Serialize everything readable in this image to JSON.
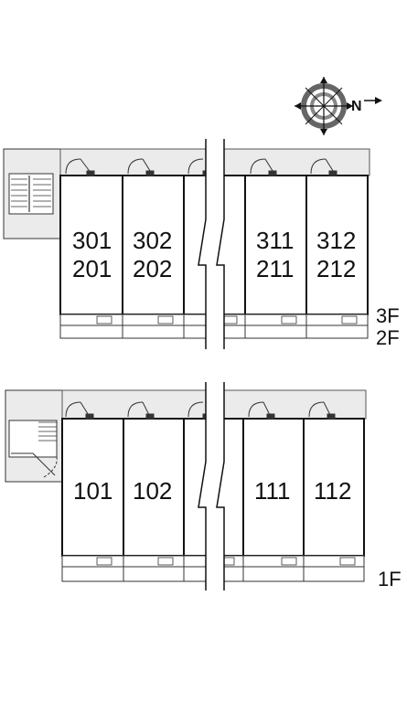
{
  "compass": {
    "letter": "N"
  },
  "upper_block": {
    "floor_labels": [
      "3F",
      "2F"
    ],
    "units": [
      {
        "top": "301",
        "bottom": "201"
      },
      {
        "top": "302",
        "bottom": "202"
      },
      {
        "top": "",
        "bottom": ""
      },
      {
        "top": "311",
        "bottom": "211"
      },
      {
        "top": "312",
        "bottom": "212"
      }
    ]
  },
  "lower_block": {
    "floor_labels": [
      "1F"
    ],
    "units": [
      {
        "top": "101",
        "bottom": ""
      },
      {
        "top": "102",
        "bottom": ""
      },
      {
        "top": "",
        "bottom": ""
      },
      {
        "top": "111",
        "bottom": ""
      },
      {
        "top": "112",
        "bottom": ""
      }
    ]
  }
}
